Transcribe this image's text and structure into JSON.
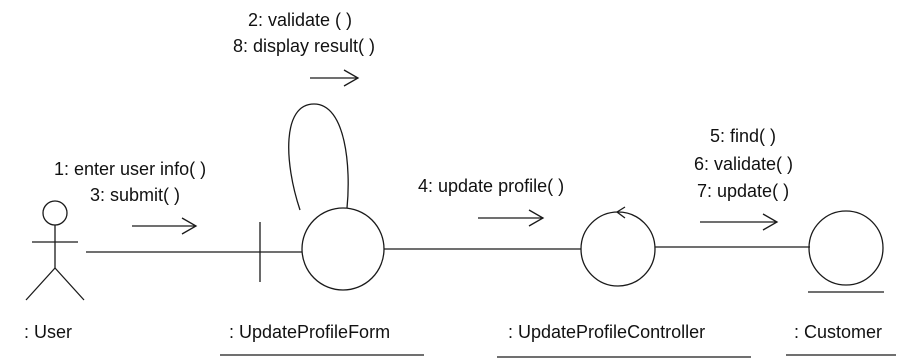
{
  "objects": {
    "user": {
      "label": ": User"
    },
    "form": {
      "label": ": UpdateProfileForm"
    },
    "controller": {
      "label": ": UpdateProfileController"
    },
    "customer": {
      "label": ": Customer"
    }
  },
  "messages": {
    "self_validate": "2: validate ( )",
    "self_display": "8: display result( )",
    "enter_info": "1: enter user info( )",
    "submit": "3: submit( )",
    "update_profile": "4: update profile( )",
    "find": "5: find( )",
    "validate": "6: validate( )",
    "update": "7: update( )"
  }
}
